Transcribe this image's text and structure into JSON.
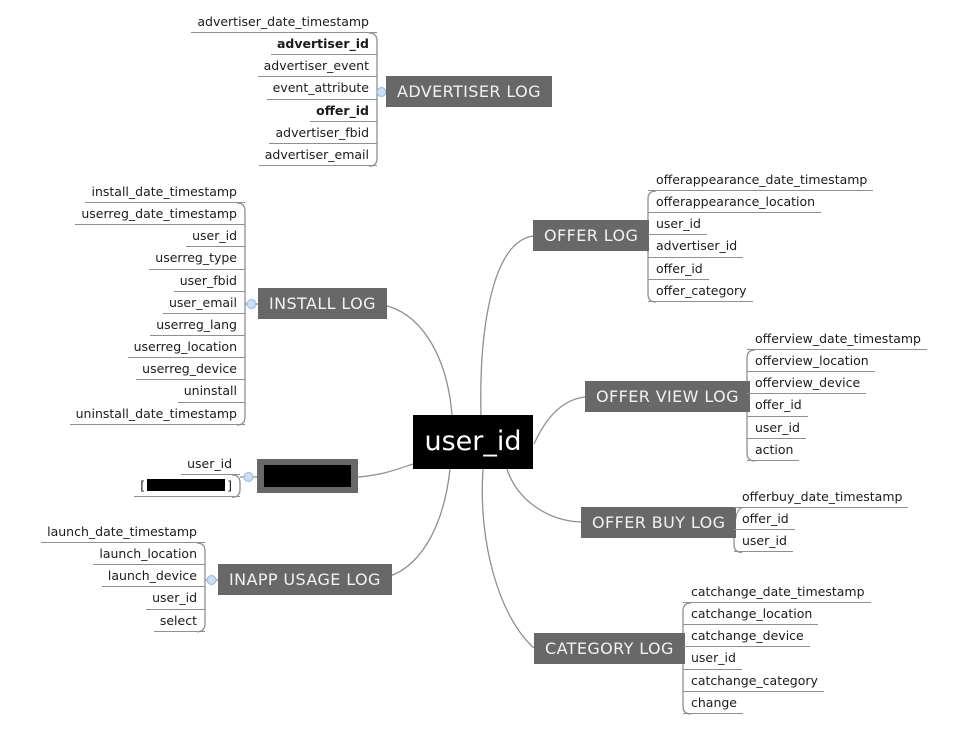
{
  "center_node": {
    "label": "user_id"
  },
  "branches": {
    "advertiser": {
      "label": "ADVERTISER LOG",
      "fields": [
        "advertiser_date_timestamp",
        "advertiser_id",
        "advertiser_event",
        "event_attribute",
        "offer_id",
        "advertiser_fbid",
        "advertiser_email"
      ]
    },
    "install": {
      "label": "INSTALL LOG",
      "fields": [
        "install_date_timestamp",
        "userreg_date_timestamp",
        "user_id",
        "userreg_type",
        "user_fbid",
        "user_email",
        "userreg_lang",
        "userreg_location",
        "userreg_device",
        "uninstall",
        "uninstall_date_timestamp"
      ]
    },
    "redacted": {
      "fields": [
        "user_id"
      ],
      "bracket_open": "[",
      "bracket_close": "]"
    },
    "inapp": {
      "label": "INAPP USAGE LOG",
      "fields": [
        "launch_date_timestamp",
        "launch_location",
        "launch_device",
        "user_id",
        "select"
      ]
    },
    "offer": {
      "label": "OFFER LOG",
      "fields": [
        "offerappearance_date_timestamp",
        "offerappearance_location",
        "user_id",
        "advertiser_id",
        "offer_id",
        "offer_category"
      ]
    },
    "offer_view": {
      "label": "OFFER VIEW LOG",
      "fields": [
        "offerview_date_timestamp",
        "offerview_location",
        "offerview_device",
        "offer_id",
        "user_id",
        "action"
      ]
    },
    "offer_buy": {
      "label": "OFFER BUY LOG",
      "fields": [
        "offerbuy_date_timestamp",
        "offer_id",
        "user_id"
      ]
    },
    "category": {
      "label": "CATEGORY LOG",
      "fields": [
        "catchange_date_timestamp",
        "catchange_location",
        "catchange_device",
        "user_id",
        "catchange_category",
        "change"
      ]
    }
  },
  "colors": {
    "node_background": "#686868",
    "node_text": "#f2f2f2",
    "center_background": "#000000",
    "center_text": "#ffffff",
    "line": "#8f8f8f",
    "collapse_handle_fill": "#cdddf2",
    "collapse_handle_stroke": "#97b7de",
    "field_text": "#1b1b1b",
    "page_background": "#ffffff"
  }
}
